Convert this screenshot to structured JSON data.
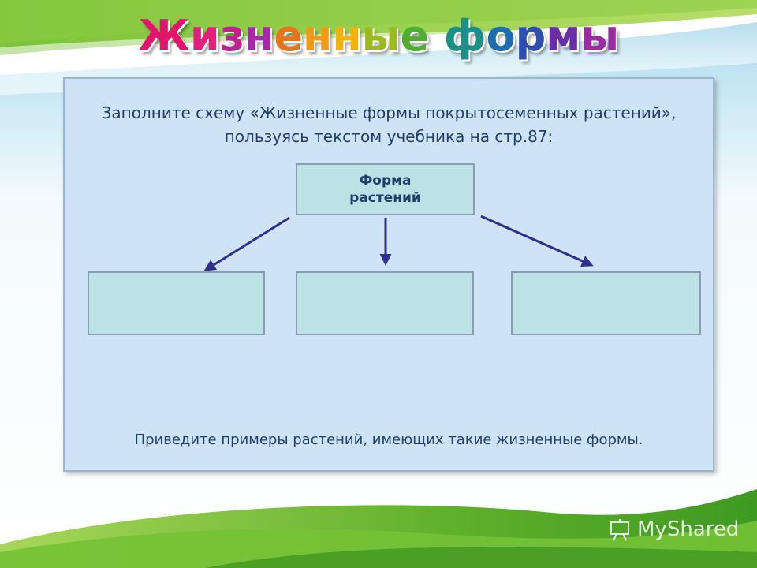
{
  "title": {
    "letters": [
      {
        "ch": "Ж",
        "color": "#e0156b"
      },
      {
        "ch": "и",
        "color": "#e0207a"
      },
      {
        "ch": "з",
        "color": "#c21f8f"
      },
      {
        "ch": "н",
        "color": "#a52aa6"
      },
      {
        "ch": "е",
        "color": "#e8741a"
      },
      {
        "ch": "н",
        "color": "#f29a15"
      },
      {
        "ch": "н",
        "color": "#f2b30f"
      },
      {
        "ch": "ы",
        "color": "#9cbb1a"
      },
      {
        "ch": "е",
        "color": "#4fae2e"
      },
      {
        "ch": " ",
        "color": "#000000"
      },
      {
        "ch": "ф",
        "color": "#1e8f86"
      },
      {
        "ch": "о",
        "color": "#1b6fb1"
      },
      {
        "ch": "р",
        "color": "#2e4fb0"
      },
      {
        "ch": "м",
        "color": "#6a2fa8"
      },
      {
        "ch": "ы",
        "color": "#9c2aa5"
      }
    ]
  },
  "instruction": "Заполните схему «Жизненные формы покрытосеменных растений», пользуясь текстом учебника на стр.87:",
  "diagram": {
    "root_line1": "Форма",
    "root_line2": "растений",
    "children": [
      "",
      "",
      ""
    ]
  },
  "footer": "Приведите примеры растений, имеющих такие жизненные формы.",
  "watermark": "MyShared",
  "colors": {
    "panel": "#cfe3f7",
    "box_fill": "#bde2e6",
    "arrow": "#2e2f8f",
    "text": "#1f3f6b",
    "grass": "#6dbb2f"
  }
}
